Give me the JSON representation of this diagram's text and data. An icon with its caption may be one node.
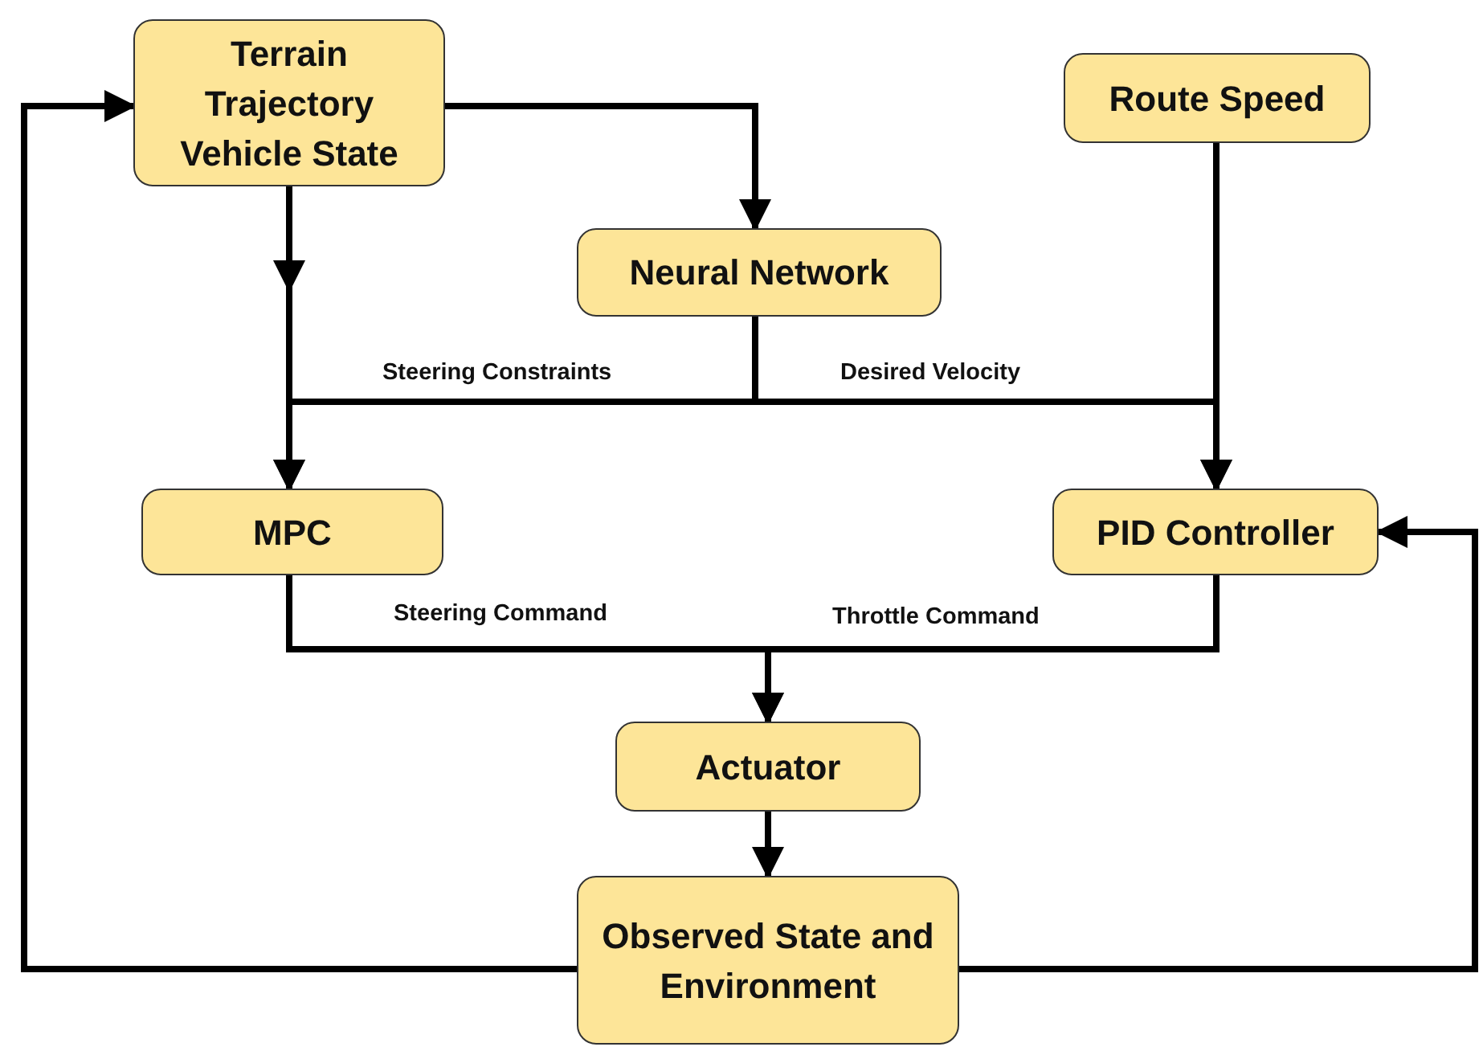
{
  "diagram": {
    "nodes": [
      {
        "text": [
          "Terrain Trajectory Vehicle State"
        ]
      },
      {
        "text": [
          "Route Speed"
        ]
      },
      {
        "text": [
          "Neural Network"
        ]
      },
      {
        "text": [
          "MPC"
        ]
      },
      {
        "text": [
          "PID Controller"
        ]
      },
      {
        "text": [
          "Actuator"
        ]
      },
      {
        "text": [
          "Observed State and Environment"
        ]
      }
    ],
    "edges": [
      {
        "from": 0,
        "to": 2,
        "arrow": "to"
      },
      {
        "from": 0,
        "to": 3,
        "arrow": "to"
      },
      {
        "from": 2,
        "to": 3,
        "arrow": "to",
        "label": "Steering Constraints"
      },
      {
        "from": 2,
        "to": 4,
        "arrow": "to",
        "label": "Desired Velocity"
      },
      {
        "from": 1,
        "to": 4,
        "arrow": "to"
      },
      {
        "from": 3,
        "to": 5,
        "arrow": "to",
        "label": "Steering Command"
      },
      {
        "from": 4,
        "to": 5,
        "arrow": "to",
        "label": "Throttle Command"
      },
      {
        "from": 5,
        "to": 6,
        "arrow": "to"
      },
      {
        "from": 6,
        "to": 0,
        "arrow": "to"
      },
      {
        "from": 6,
        "to": 4,
        "arrow": "to"
      }
    ]
  }
}
